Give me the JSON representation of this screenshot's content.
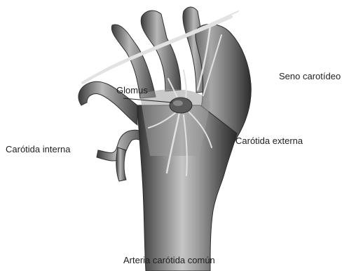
{
  "labels": {
    "glomus": "Glomus",
    "carotid_sinus": "Seno carotídeo",
    "internal_carotid": "Carótida interna",
    "external_carotid": "Carótida externa",
    "common_carotid": "Arteria carótida común"
  },
  "colors": {
    "vessel_dark": "#4a4a4a",
    "vessel_mid": "#8a8a8a",
    "vessel_light": "#c9c9c9",
    "nerve": "#dcdcdc",
    "text": "#1f1f1f"
  }
}
